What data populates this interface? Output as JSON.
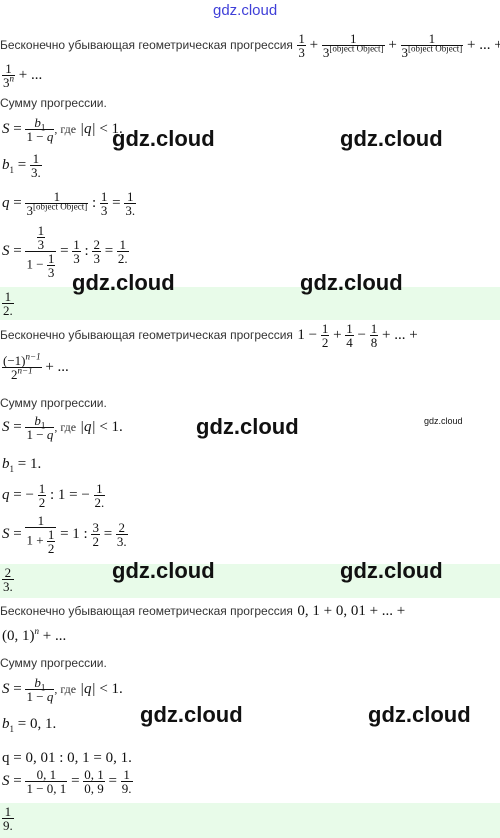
{
  "watermark": {
    "top": "gdz.cloud",
    "main": "gdz.cloud",
    "small": "gdz.cloud"
  },
  "colors": {
    "answer_band": "#e8fbe9",
    "top_watermark": "#3f3fd8"
  },
  "text": {
    "title": "Бесконечно убывающая геометрическая прогрессия",
    "find": "Сумму прогрессии.",
    "where": ", где"
  },
  "math": {
    "S": "S",
    "eq": "=",
    "b1": "b",
    "sub1": "1",
    "q": "q",
    "one": "1",
    "three": "3",
    "two": "2",
    "plus_dots": "+ ... +",
    "plus_dots_end": "+ ...",
    "plus": "+",
    "minus": "−",
    "abs_q": "|q|",
    "lt": "<",
    "one_dot": "1.",
    "colon": ":",
    "n": "n",
    "p2": {
      "t2": "1",
      "t2d": "2",
      "t3d": "4",
      "t4d": "8",
      "gen_num": "(−1)",
      "gen_den": "2",
      "b1_value": "1.",
      "q_num": "1",
      "q_den": "2",
      "q_tail": ": 1 = −",
      "q_result_den": "2.",
      "s_tail": "= 1 :",
      "s_r1n": "3",
      "s_r1d": "2",
      "s_r2n": "2",
      "s_r2d": "3.",
      "ans_num": "2",
      "ans_den": "3."
    },
    "p3": {
      "seq": "0, 1 + 0, 01 + ... +",
      "gen": "(0, 1)",
      "b1_value": "0, 1.",
      "q_line": "q = 0, 01 : 0, 1 = 0, 1.",
      "s_num": "0, 1",
      "s_den": "1 − 0, 1",
      "s_r1n": "0, 1",
      "s_r1d": "0, 9",
      "s_r2n": "1",
      "s_r2d": "9.",
      "ans_num": "1",
      "ans_den": "9."
    },
    "n_minus_1": "n−1",
    "p1": {
      "b1_value": "1",
      "b1_den": "3.",
      "q_part": "1",
      "q_part_den": "3",
      "q_result_den": "3.",
      "s_result_den": "2.",
      "ans_num": "1",
      "ans_den": "2."
    }
  }
}
